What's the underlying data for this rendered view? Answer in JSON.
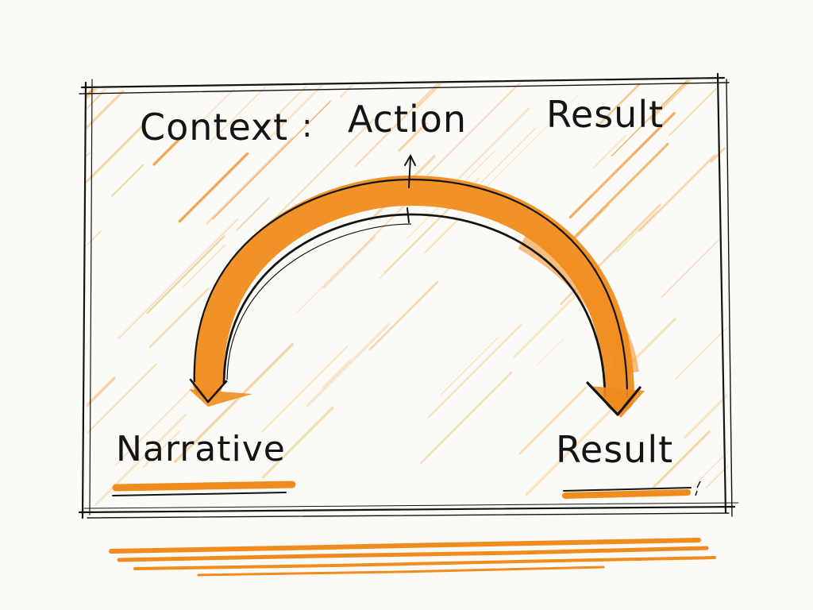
{
  "labels": {
    "context": "Context",
    "separator": ":",
    "action": "Action",
    "result_top": "Result",
    "narrative": "Narrative",
    "result_bottom": "Result"
  },
  "colors": {
    "accent": "#f08c1e",
    "accent_light": "#f6c98a",
    "ink": "#141414",
    "paper": "#fbfaf6"
  }
}
